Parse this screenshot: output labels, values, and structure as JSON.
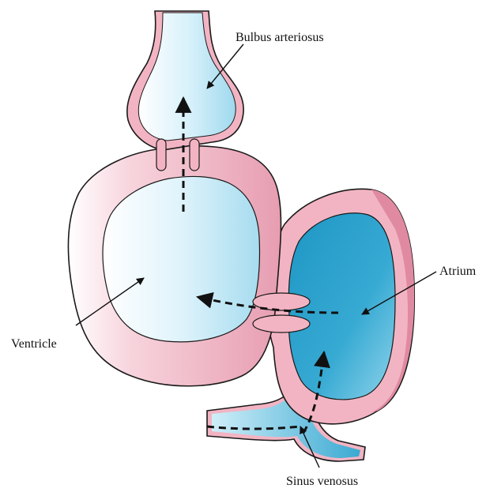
{
  "labels": {
    "bulbus": "Bulbus arteriosus",
    "atrium": "Atrium",
    "ventricle": "Ventricle",
    "sinus": "Sinus venosus"
  },
  "colors": {
    "wall_pink": "#f2b4c3",
    "wall_shadow": "#e8a0b3",
    "light_blue_fill": "#dff3fb",
    "light_blue_edge": "#a6dcef",
    "dark_blue_fill": "#2ea3cd",
    "dark_blue_light": "#8fd3ea",
    "outline": "#1a1a1a"
  }
}
